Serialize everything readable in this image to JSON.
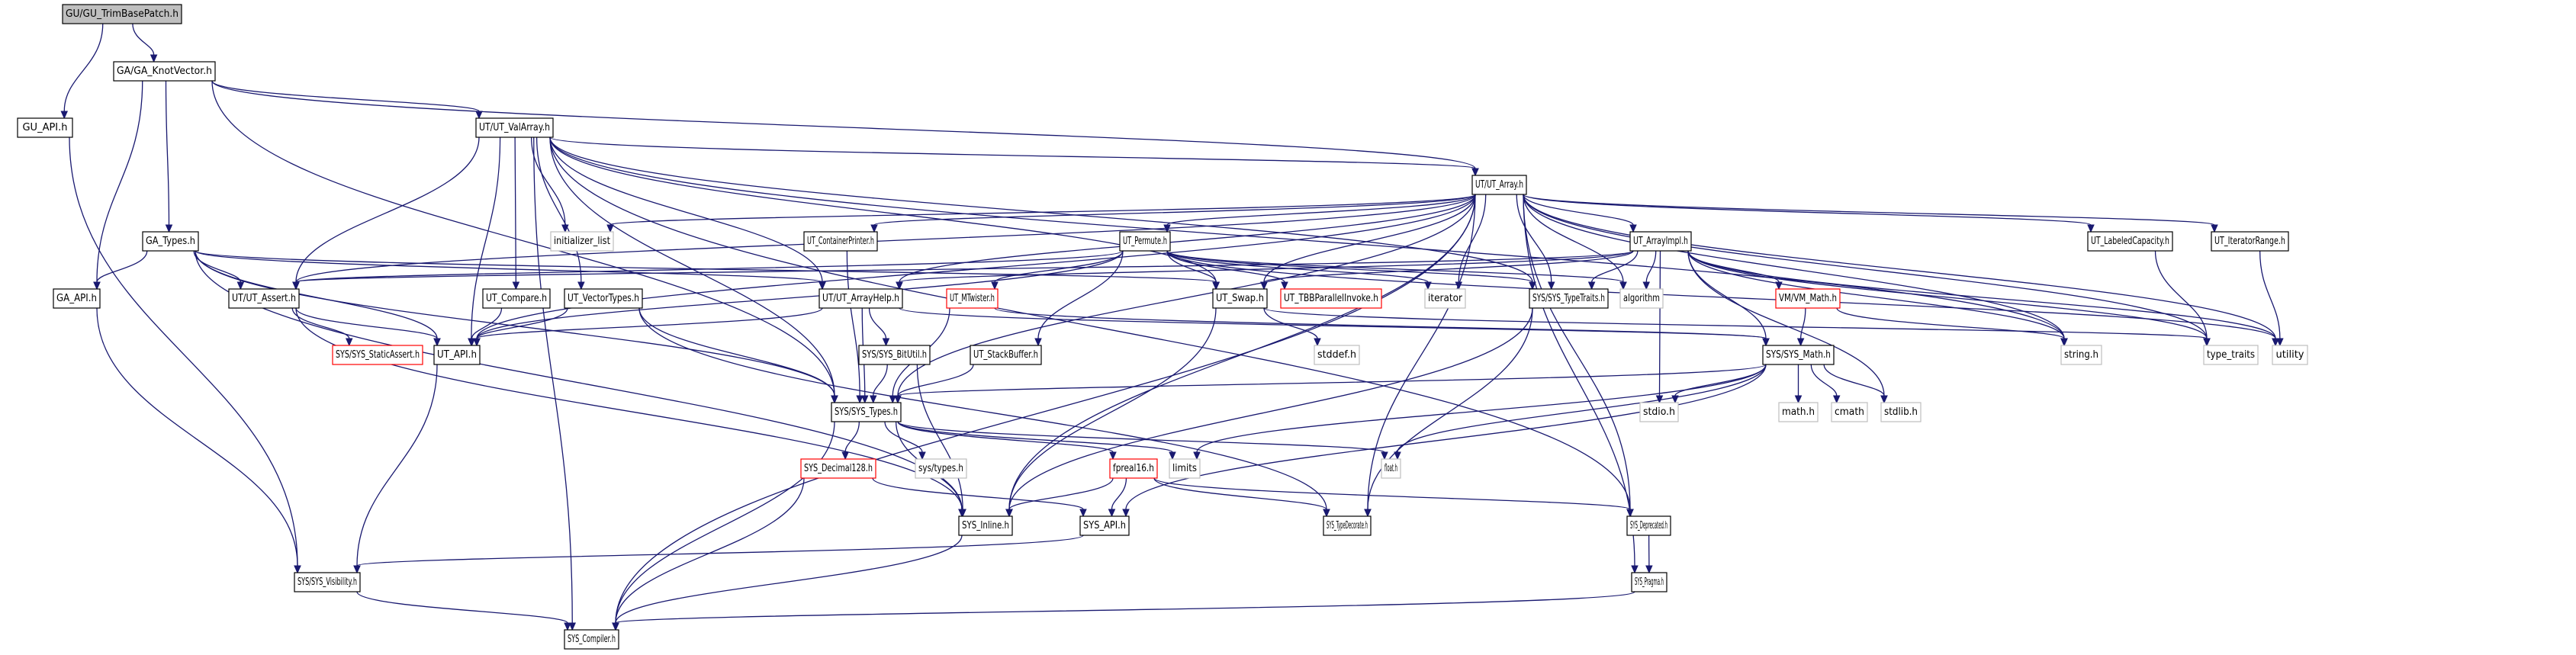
{
  "title": "GU/GU_TrimBasePatch.h include dependency graph",
  "colors": {
    "edge": "#191970",
    "node_border": "#000000",
    "node_border_missing": "#ff0000",
    "node_border_system": "#bfbfbf",
    "root_fill": "#bfbfbf",
    "node_fill": "#ffffff"
  },
  "nodes": [
    {
      "id": "n0",
      "label": "GU/GU_TrimBasePatch.h",
      "kind": "root"
    },
    {
      "id": "n1",
      "label": "GA/GA_KnotVector.h",
      "kind": "normal"
    },
    {
      "id": "n2",
      "label": "GU_API.h",
      "kind": "normal"
    },
    {
      "id": "n3",
      "label": "UT/UT_ValArray.h",
      "kind": "normal"
    },
    {
      "id": "n4",
      "label": "UT/UT_Array.h",
      "kind": "normal"
    },
    {
      "id": "n5",
      "label": "GA_Types.h",
      "kind": "normal"
    },
    {
      "id": "n6",
      "label": "initializer_list",
      "kind": "system"
    },
    {
      "id": "n7",
      "label": "UT_ContainerPrinter.h",
      "kind": "normal"
    },
    {
      "id": "n8",
      "label": "UT_Permute.h",
      "kind": "normal"
    },
    {
      "id": "n9",
      "label": "UT_ArrayImpl.h",
      "kind": "normal"
    },
    {
      "id": "n10",
      "label": "UT_LabeledCapacity.h",
      "kind": "normal"
    },
    {
      "id": "n11",
      "label": "UT_IteratorRange.h",
      "kind": "normal"
    },
    {
      "id": "n12",
      "label": "GA_API.h",
      "kind": "normal"
    },
    {
      "id": "n13",
      "label": "UT/UT_Assert.h",
      "kind": "normal"
    },
    {
      "id": "n14",
      "label": "UT_Compare.h",
      "kind": "normal"
    },
    {
      "id": "n15",
      "label": "UT_VectorTypes.h",
      "kind": "normal"
    },
    {
      "id": "n16",
      "label": "UT/UT_ArrayHelp.h",
      "kind": "normal"
    },
    {
      "id": "n17",
      "label": "UT_MTwister.h",
      "kind": "missing"
    },
    {
      "id": "n18",
      "label": "UT_Swap.h",
      "kind": "normal"
    },
    {
      "id": "n19",
      "label": "UT_TBBParallelInvoke.h",
      "kind": "missing"
    },
    {
      "id": "n20",
      "label": "iterator",
      "kind": "system"
    },
    {
      "id": "n21",
      "label": "SYS/SYS_TypeTraits.h",
      "kind": "normal"
    },
    {
      "id": "n22",
      "label": "algorithm",
      "kind": "system"
    },
    {
      "id": "n23",
      "label": "VM/VM_Math.h",
      "kind": "missing"
    },
    {
      "id": "n24",
      "label": "SYS/SYS_StaticAssert.h",
      "kind": "missing"
    },
    {
      "id": "n25",
      "label": "UT_API.h",
      "kind": "normal"
    },
    {
      "id": "n26",
      "label": "SYS/SYS_BitUtil.h",
      "kind": "normal"
    },
    {
      "id": "n27",
      "label": "UT_StackBuffer.h",
      "kind": "normal"
    },
    {
      "id": "n28",
      "label": "stddef.h",
      "kind": "system"
    },
    {
      "id": "n29",
      "label": "SYS/SYS_Math.h",
      "kind": "normal"
    },
    {
      "id": "n30",
      "label": "string.h",
      "kind": "system"
    },
    {
      "id": "n31",
      "label": "type_traits",
      "kind": "system"
    },
    {
      "id": "n32",
      "label": "utility",
      "kind": "system"
    },
    {
      "id": "n33",
      "label": "SYS/SYS_Types.h",
      "kind": "normal"
    },
    {
      "id": "n34",
      "label": "stdio.h",
      "kind": "system"
    },
    {
      "id": "n35",
      "label": "math.h",
      "kind": "system"
    },
    {
      "id": "n36",
      "label": "cmath",
      "kind": "system"
    },
    {
      "id": "n37",
      "label": "stdlib.h",
      "kind": "system"
    },
    {
      "id": "n38",
      "label": "SYS_Decimal128.h",
      "kind": "missing"
    },
    {
      "id": "n39",
      "label": "sys/types.h",
      "kind": "system"
    },
    {
      "id": "n40",
      "label": "fpreal16.h",
      "kind": "missing"
    },
    {
      "id": "n41",
      "label": "limits",
      "kind": "system"
    },
    {
      "id": "n42",
      "label": "float.h",
      "kind": "system"
    },
    {
      "id": "n43",
      "label": "SYS_Inline.h",
      "kind": "normal"
    },
    {
      "id": "n44",
      "label": "SYS_API.h",
      "kind": "normal"
    },
    {
      "id": "n45",
      "label": "SYS_TypeDecorate.h",
      "kind": "normal"
    },
    {
      "id": "n46",
      "label": "SYS_Deprecated.h",
      "kind": "normal"
    },
    {
      "id": "n47",
      "label": "SYS/SYS_Visibility.h",
      "kind": "normal"
    },
    {
      "id": "n48",
      "label": "SYS_Pragma.h",
      "kind": "normal"
    },
    {
      "id": "n49",
      "label": "SYS_Compiler.h",
      "kind": "normal"
    }
  ],
  "edges": [
    [
      "n0",
      "n2"
    ],
    [
      "n0",
      "n1"
    ],
    [
      "n1",
      "n3"
    ],
    [
      "n1",
      "n4"
    ],
    [
      "n1",
      "n5"
    ],
    [
      "n1",
      "n12"
    ],
    [
      "n1",
      "n33"
    ],
    [
      "n2",
      "n47"
    ],
    [
      "n3",
      "n4"
    ],
    [
      "n3",
      "n6"
    ],
    [
      "n3",
      "n13"
    ],
    [
      "n3",
      "n14"
    ],
    [
      "n3",
      "n15"
    ],
    [
      "n3",
      "n16"
    ],
    [
      "n3",
      "n18"
    ],
    [
      "n3",
      "n21"
    ],
    [
      "n3",
      "n25"
    ],
    [
      "n3",
      "n33"
    ],
    [
      "n3",
      "n30"
    ],
    [
      "n3",
      "n46"
    ],
    [
      "n3",
      "n49"
    ],
    [
      "n4",
      "n6"
    ],
    [
      "n4",
      "n7"
    ],
    [
      "n4",
      "n8"
    ],
    [
      "n4",
      "n9"
    ],
    [
      "n4",
      "n10"
    ],
    [
      "n4",
      "n11"
    ],
    [
      "n4",
      "n13"
    ],
    [
      "n4",
      "n16"
    ],
    [
      "n4",
      "n18"
    ],
    [
      "n4",
      "n20"
    ],
    [
      "n4",
      "n21"
    ],
    [
      "n4",
      "n22"
    ],
    [
      "n4",
      "n25"
    ],
    [
      "n4",
      "n33"
    ],
    [
      "n4",
      "n43"
    ],
    [
      "n4",
      "n45"
    ],
    [
      "n4",
      "n30"
    ],
    [
      "n4",
      "n31"
    ],
    [
      "n4",
      "n32"
    ],
    [
      "n4",
      "n46"
    ],
    [
      "n4",
      "n48"
    ],
    [
      "n4",
      "n49"
    ],
    [
      "n5",
      "n12"
    ],
    [
      "n5",
      "n13"
    ],
    [
      "n5",
      "n25"
    ],
    [
      "n5",
      "n33"
    ],
    [
      "n5",
      "n18"
    ],
    [
      "n5",
      "n16"
    ],
    [
      "n5",
      "n43"
    ],
    [
      "n7",
      "n33"
    ],
    [
      "n8",
      "n13"
    ],
    [
      "n8",
      "n17"
    ],
    [
      "n8",
      "n18"
    ],
    [
      "n8",
      "n19"
    ],
    [
      "n8",
      "n20"
    ],
    [
      "n8",
      "n21"
    ],
    [
      "n8",
      "n22"
    ],
    [
      "n8",
      "n25"
    ],
    [
      "n8",
      "n27"
    ],
    [
      "n8",
      "n32"
    ],
    [
      "n9",
      "n13"
    ],
    [
      "n9",
      "n16"
    ],
    [
      "n9",
      "n18"
    ],
    [
      "n9",
      "n21"
    ],
    [
      "n9",
      "n22"
    ],
    [
      "n9",
      "n23"
    ],
    [
      "n9",
      "n29"
    ],
    [
      "n9",
      "n30"
    ],
    [
      "n9",
      "n34"
    ],
    [
      "n9",
      "n37"
    ],
    [
      "n9",
      "n32"
    ],
    [
      "n9",
      "n31"
    ],
    [
      "n10",
      "n31"
    ],
    [
      "n11",
      "n32"
    ],
    [
      "n12",
      "n47"
    ],
    [
      "n13",
      "n24"
    ],
    [
      "n13",
      "n25"
    ],
    [
      "n13",
      "n43"
    ],
    [
      "n14",
      "n25"
    ],
    [
      "n15",
      "n25"
    ],
    [
      "n15",
      "n33"
    ],
    [
      "n15",
      "n45"
    ],
    [
      "n16",
      "n26"
    ],
    [
      "n16",
      "n33"
    ],
    [
      "n16",
      "n29"
    ],
    [
      "n16",
      "n25"
    ],
    [
      "n17",
      "n33"
    ],
    [
      "n17",
      "n29"
    ],
    [
      "n18",
      "n28"
    ],
    [
      "n18",
      "n43"
    ],
    [
      "n18",
      "n31"
    ],
    [
      "n21",
      "n43"
    ],
    [
      "n21",
      "n45"
    ],
    [
      "n23",
      "n29"
    ],
    [
      "n23",
      "n30"
    ],
    [
      "n25",
      "n47"
    ],
    [
      "n26",
      "n33"
    ],
    [
      "n26",
      "n43"
    ],
    [
      "n27",
      "n33"
    ],
    [
      "n29",
      "n33"
    ],
    [
      "n29",
      "n34"
    ],
    [
      "n29",
      "n35"
    ],
    [
      "n29",
      "n36"
    ],
    [
      "n29",
      "n37"
    ],
    [
      "n29",
      "n42"
    ],
    [
      "n29",
      "n41"
    ],
    [
      "n29",
      "n44"
    ],
    [
      "n33",
      "n38"
    ],
    [
      "n33",
      "n39"
    ],
    [
      "n33",
      "n40"
    ],
    [
      "n33",
      "n41"
    ],
    [
      "n33",
      "n42"
    ],
    [
      "n33",
      "n43"
    ],
    [
      "n33",
      "n49"
    ],
    [
      "n38",
      "n49"
    ],
    [
      "n38",
      "n44"
    ],
    [
      "n40",
      "n43"
    ],
    [
      "n40",
      "n44"
    ],
    [
      "n40",
      "n45"
    ],
    [
      "n40",
      "n46"
    ],
    [
      "n43",
      "n49"
    ],
    [
      "n44",
      "n47"
    ],
    [
      "n46",
      "n48"
    ],
    [
      "n47",
      "n49"
    ],
    [
      "n48",
      "n49"
    ]
  ]
}
